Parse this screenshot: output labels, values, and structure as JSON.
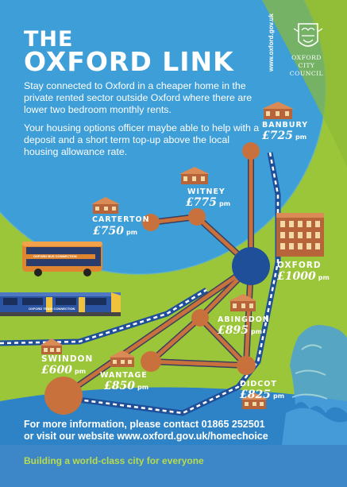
{
  "title": {
    "line1": "THE",
    "line2": "OXFORD LINK"
  },
  "intro": {
    "paragraph1": "Stay connected to Oxford in a cheaper home in the private rented sector outside Oxford where there are lower two bedroom monthly rents.",
    "paragraph2": "Your housing options officer maybe able to help with a deposit and a short term top-up above the local housing allowance rate."
  },
  "council": {
    "website_vertical": "www.oxford.gov.uk",
    "name_lines": [
      "OXFORD",
      "CITY",
      "COUNCIL"
    ]
  },
  "vehicles": {
    "bus_label": "OXFORD BUS CONNECTION",
    "train_label": "OXFORD TRAIN CONNECTION"
  },
  "stations": [
    {
      "id": "banbury",
      "name": "BANBURY",
      "rent": "£725",
      "unit": "pm"
    },
    {
      "id": "witney",
      "name": "WITNEY",
      "rent": "£775",
      "unit": "pm"
    },
    {
      "id": "carterton",
      "name": "CARTERTON",
      "rent": "£750",
      "unit": "pm"
    },
    {
      "id": "oxford",
      "name": "OXFORD",
      "rent": "£1000",
      "unit": "pm"
    },
    {
      "id": "abingdon",
      "name": "ABINGDON",
      "rent": "£895",
      "unit": "pm"
    },
    {
      "id": "swindon",
      "name": "SWINDON",
      "rent": "£600",
      "unit": "pm"
    },
    {
      "id": "wantage",
      "name": "WANTAGE",
      "rent": "£850",
      "unit": "pm"
    },
    {
      "id": "didcot",
      "name": "DIDCOT",
      "rent": "£825",
      "unit": "pm"
    }
  ],
  "contact": {
    "line1": "For more information, please contact 01865 252501",
    "line2": "or visit our website www.oxford.gov.uk/homechoice"
  },
  "slogan": "Building a world-class city for everyone",
  "colors": {
    "green": "#9cc63a",
    "light_blue": "#3d9ed8",
    "navy": "#1f4f99",
    "route_orange": "#c9713d",
    "footer_blue": "#3d86c8"
  }
}
